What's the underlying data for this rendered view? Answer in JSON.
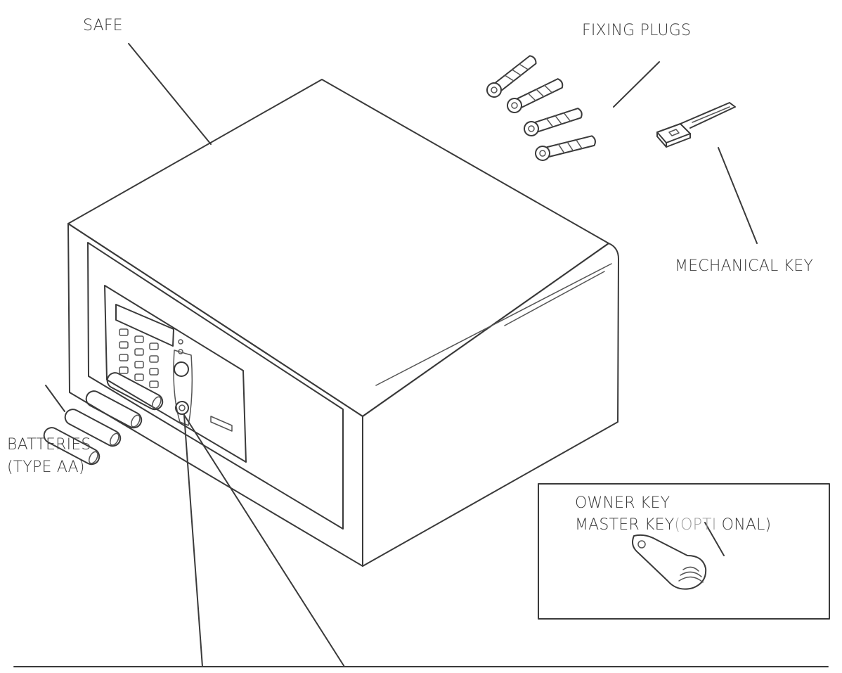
{
  "labels": {
    "safe": "SAFE",
    "fixing_plugs": "FIXING PLUGS",
    "mechanical_key": "MECHANICAL KEY",
    "batteries_line1": "BATTERIES",
    "batteries_line2": "(TYPE AA)",
    "owner_key": "OWNER KEY",
    "master_key_prefix": "MASTER KEY",
    "master_key_open": "(OPTI",
    "master_key_rest": " ONAL)"
  },
  "colors": {
    "ink": "#3a3a3a",
    "faded": "#9a9a9a",
    "background": "#ffffff"
  }
}
